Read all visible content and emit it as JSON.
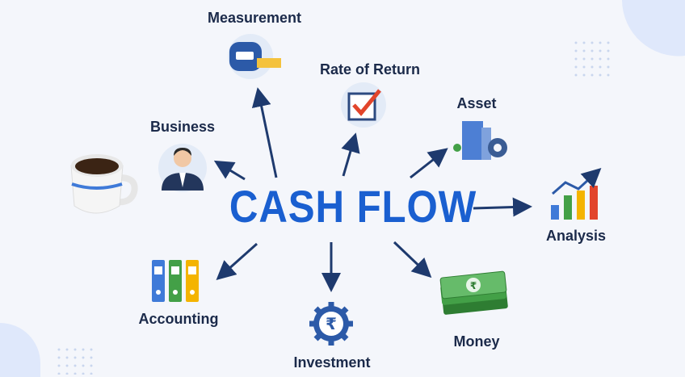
{
  "title": "CASH FLOW",
  "nodes": {
    "measurement": "Measurement",
    "rate_of_return": "Rate of Return",
    "asset": "Asset",
    "business": "Business",
    "analysis": "Analysis",
    "accounting": "Accounting",
    "investment": "Investment",
    "money": "Money"
  },
  "icons": {
    "measurement": "tape-measure-icon",
    "rate_of_return": "checkbox-icon",
    "asset": "building-gear-icon",
    "business": "businessman-icon",
    "analysis": "bar-chart-icon",
    "accounting": "binders-icon",
    "investment": "rupee-gear-icon",
    "money": "banknotes-icon",
    "decor": "coffee-cup-icon"
  },
  "currency_symbol": "₹",
  "colors": {
    "title": "#1a5fd0",
    "arrows": "#1e3a6e",
    "text": "#1b2a4a"
  }
}
